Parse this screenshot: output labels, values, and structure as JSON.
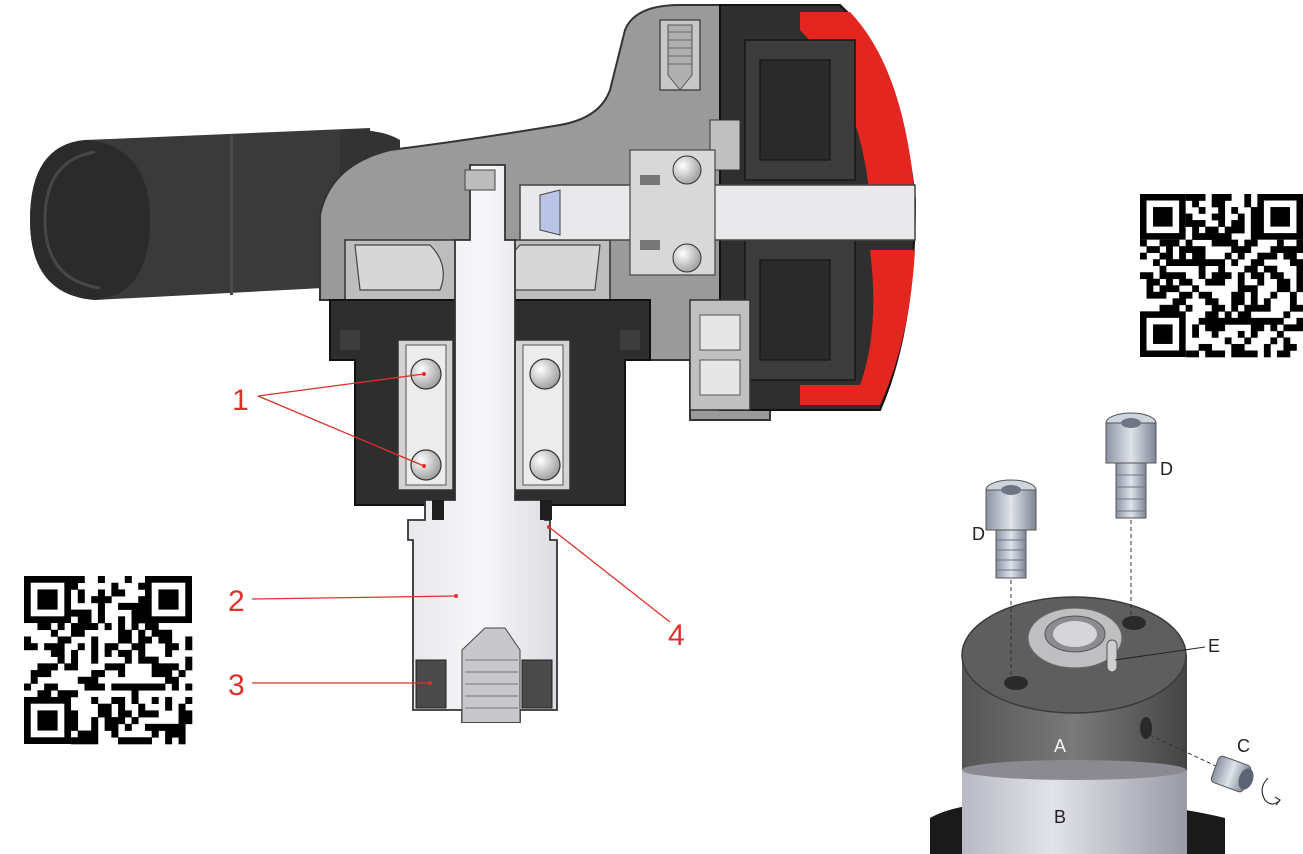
{
  "callouts": {
    "one": "1",
    "two": "2",
    "three": "3",
    "four": "4"
  },
  "detail_labels": {
    "a": "A",
    "b": "B",
    "c": "C",
    "d_left": "D",
    "d_right": "D",
    "e": "E"
  },
  "colors": {
    "callout_red": "#e0302a",
    "housing_dark": "#2e2e2e",
    "housing_grey": "#8f8f8f",
    "accent_red": "#e3261f"
  },
  "qr_codes": [
    "qr-code-left",
    "qr-code-right"
  ]
}
